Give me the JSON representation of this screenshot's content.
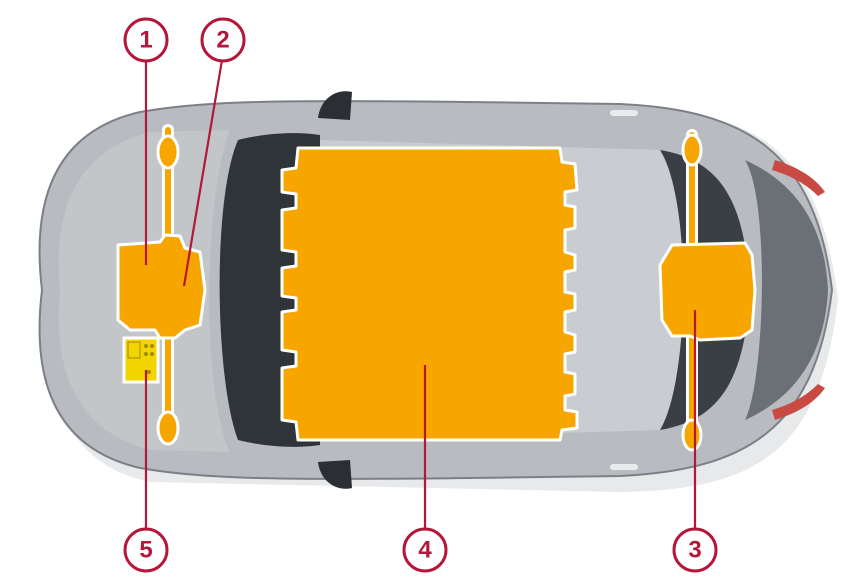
{
  "colors": {
    "callout": "#B5173A",
    "component": "#F7A600",
    "component_outline": "#ffffff",
    "body_light": "#b9bcc0",
    "body_mid": "#9a9ea3",
    "body_dark": "#5f6368",
    "glass": "#2d3136",
    "glass_light": "#cfd3d7",
    "battery_module": "#F2D400"
  },
  "callouts": [
    {
      "id": "1",
      "label": "1"
    },
    {
      "id": "2",
      "label": "2"
    },
    {
      "id": "3",
      "label": "3"
    },
    {
      "id": "4",
      "label": "4"
    },
    {
      "id": "5",
      "label": "5"
    }
  ]
}
